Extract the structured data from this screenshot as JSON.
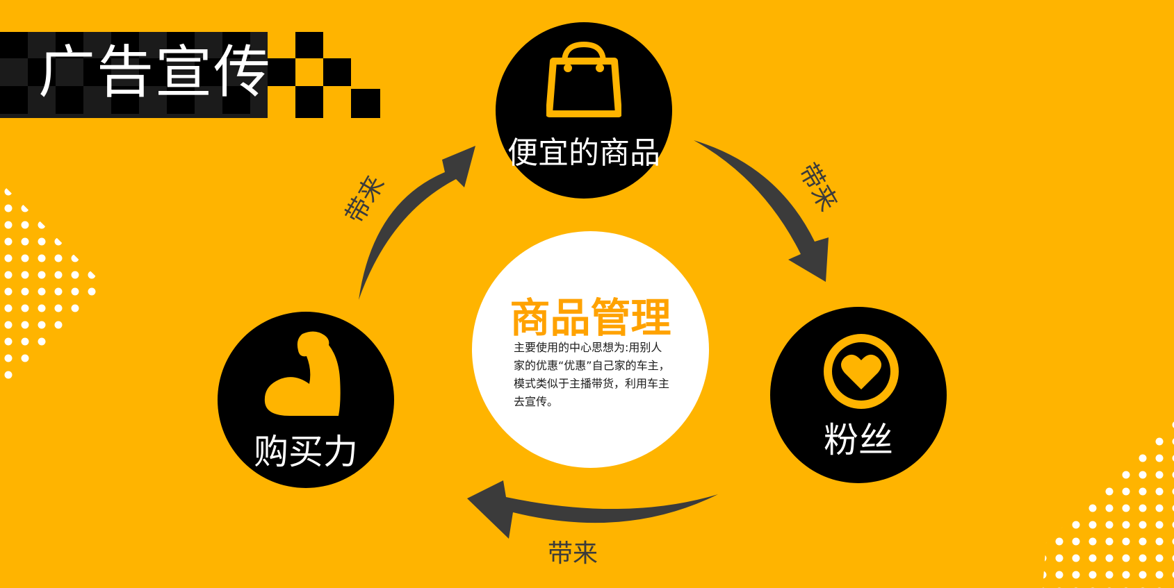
{
  "header": {
    "title": "广告宣传"
  },
  "center": {
    "title": "商品管理",
    "description": "主要使用的中心思想为:用别人家的优惠“优惠”自己家的车主，模式类似于主播带货，利用车主去宣传。"
  },
  "nodes": {
    "goods": {
      "label": "便宜的商品",
      "icon": "shopping-bag-icon"
    },
    "fans": {
      "label": "粉丝",
      "icon": "heart-icon"
    },
    "power": {
      "label": "购买力",
      "icon": "flexed-arm-icon"
    }
  },
  "arrows": {
    "top_left": "带来",
    "top_right": "带来",
    "bottom": "带来"
  },
  "colors": {
    "background": "#FFB400",
    "node": "#000000",
    "accent": "#FFA200",
    "arrow": "#3B3B3B",
    "text_light": "#FFFFFF"
  }
}
